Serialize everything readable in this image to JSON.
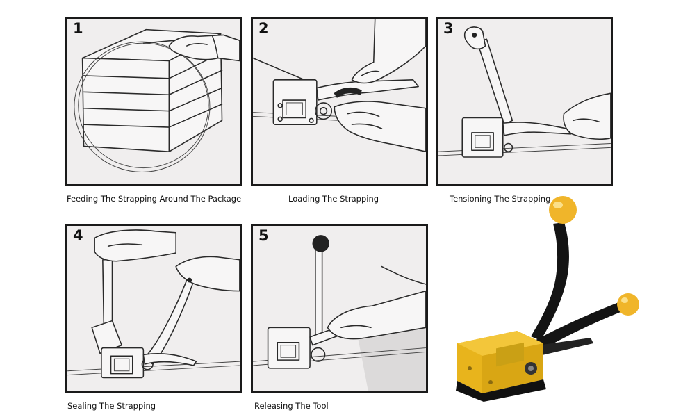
{
  "steps": [
    {
      "number": "1",
      "caption": "Feeding The Strapping Around The Package"
    },
    {
      "number": "2",
      "caption": "Loading The Strapping"
    },
    {
      "number": "3",
      "caption": "Tensioning The Strapping"
    },
    {
      "number": "4",
      "caption": "Sealing The Strapping"
    },
    {
      "number": "5",
      "caption": "Releasing The Tool"
    }
  ],
  "colors": {
    "panel_border": "#1a1a1a",
    "panel_background": "#f0eeee",
    "tool_body": "#e8b41c",
    "tool_handle": "#141414",
    "knob": "#f0b52a"
  },
  "icons": {
    "product": "strapping-tool-photo"
  }
}
